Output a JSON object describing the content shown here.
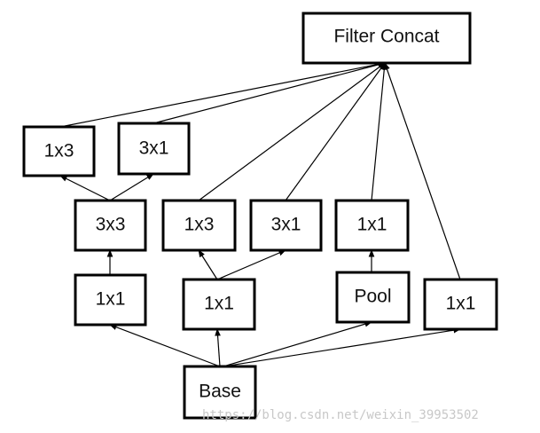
{
  "nodes": {
    "filter_concat": "Filter Concat",
    "b1_1x3": "1x3",
    "b1_3x1": "3x1",
    "b1_3x3": "3x3",
    "b1_1x1": "1x1",
    "b2_1x3": "1x3",
    "b2_3x1": "3x1",
    "b2_1x1": "1x1",
    "b3_1x1": "1x1",
    "b3_pool": "Pool",
    "b4_1x1": "1x1",
    "base": "Base"
  },
  "edges": [
    {
      "from": "base",
      "to": "b1_1x1"
    },
    {
      "from": "base",
      "to": "b2_1x1"
    },
    {
      "from": "base",
      "to": "b3_pool"
    },
    {
      "from": "base",
      "to": "b4_1x1"
    },
    {
      "from": "b1_1x1",
      "to": "b1_3x3"
    },
    {
      "from": "b1_3x3",
      "to": "b1_1x3"
    },
    {
      "from": "b1_3x3",
      "to": "b1_3x1"
    },
    {
      "from": "b2_1x1",
      "to": "b2_1x3"
    },
    {
      "from": "b2_1x1",
      "to": "b2_3x1"
    },
    {
      "from": "b3_pool",
      "to": "b3_1x1"
    },
    {
      "from": "b1_1x3",
      "to": "filter_concat"
    },
    {
      "from": "b1_3x1",
      "to": "filter_concat"
    },
    {
      "from": "b2_1x3",
      "to": "filter_concat"
    },
    {
      "from": "b2_3x1",
      "to": "filter_concat"
    },
    {
      "from": "b3_1x1",
      "to": "filter_concat"
    },
    {
      "from": "b4_1x1",
      "to": "filter_concat"
    }
  ],
  "watermark": "https://blog.csdn.net/weixin_39953502"
}
